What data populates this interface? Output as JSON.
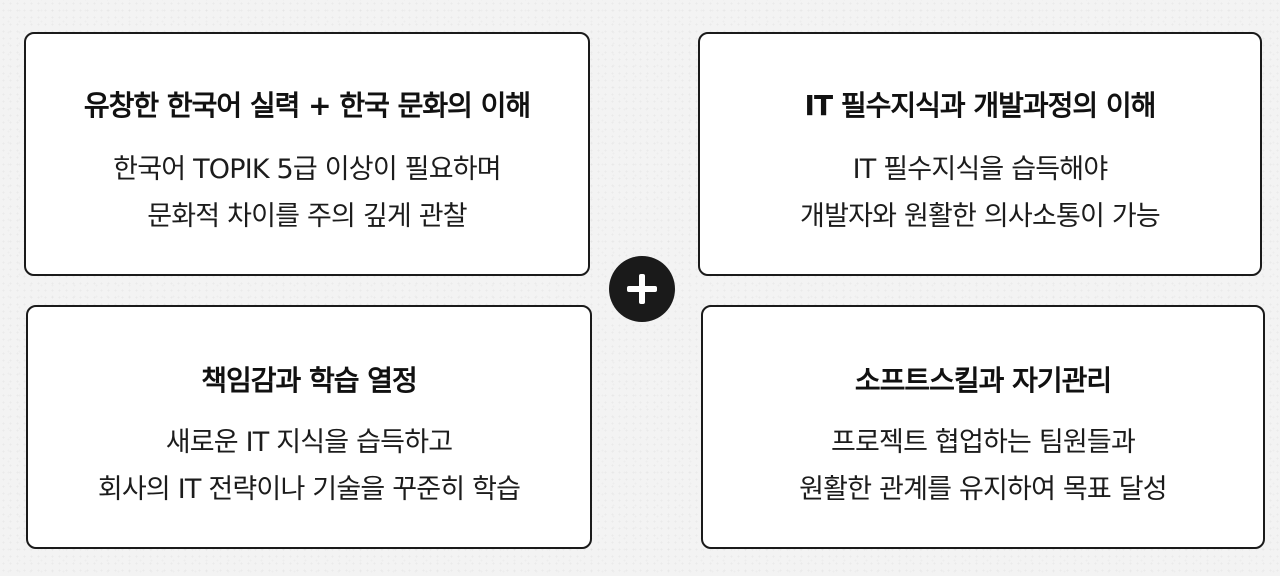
{
  "cards": [
    {
      "title": "유창한 한국어 실력 + 한국 문화의 이해",
      "lines": [
        "한국어 TOPIK 5급 이상이 필요하며",
        "문화적 차이를 주의 깊게 관찰"
      ]
    },
    {
      "title": "IT 필수지식과 개발과정의 이해",
      "lines": [
        "IT 필수지식을 습득해야",
        "개발자와 원활한 의사소통이 가능"
      ]
    },
    {
      "title": "책임감과 학습 열정",
      "lines": [
        "새로운 IT 지식을 습득하고",
        "회사의 IT 전략이나 기술을 꾸준히 학습"
      ]
    },
    {
      "title": "소프트스킬과 자기관리",
      "lines": [
        "프로젝트 협업하는 팀원들과",
        "원활한 관계를 유지하여 목표 달성"
      ]
    }
  ],
  "center_icon": "plus-icon"
}
